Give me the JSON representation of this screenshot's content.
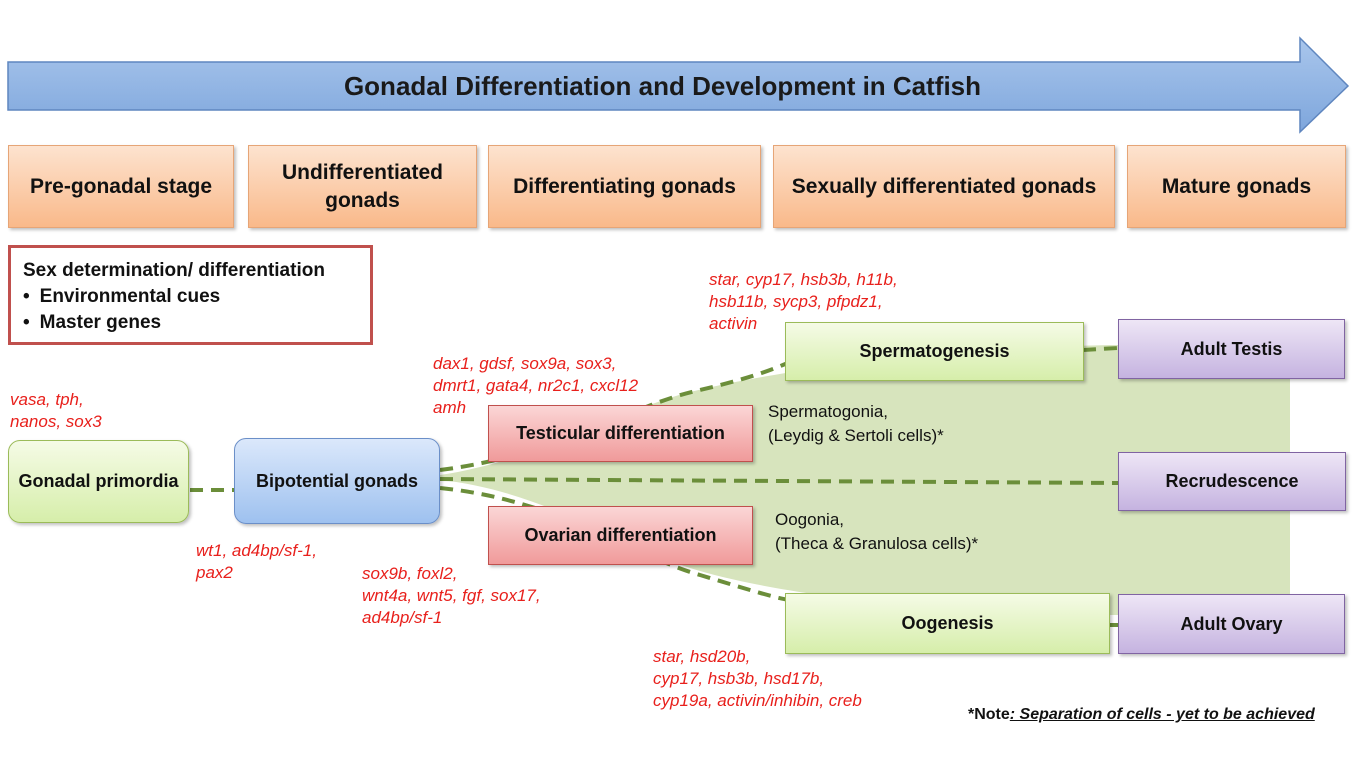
{
  "title": "Gonadal Differentiation and Development in Catfish",
  "stages": [
    "Pre-gonadal  stage",
    "Undifferentiated gonads",
    "Differentiating gonads",
    "Sexually  differentiated gonads",
    "Mature gonads"
  ],
  "sex_box": {
    "heading": "Sex determination/ differentiation",
    "items": [
      "Environmental cues",
      "Master genes"
    ]
  },
  "nodes": {
    "gonadal_primordia": "Gonadal primordia",
    "bipotential": "Bipotential gonads",
    "testicular": "Testicular differentiation",
    "ovarian": "Ovarian differentiation",
    "spermatogenesis": "Spermatogenesis",
    "oogenesis": "Oogenesis",
    "adult_testis": "Adult Testis",
    "recrudescence": "Recrudescence",
    "adult_ovary": "Adult Ovary"
  },
  "genes": {
    "primordia": [
      "vasa, tph,",
      "nanos, sox3"
    ],
    "bipotential": [
      "wt1, ad4bp/sf-1,",
      "pax2"
    ],
    "testicular": [
      "dax1, gdsf, sox9a, sox3,",
      "dmrt1, gata4, nr2c1, cxcl12",
      "amh"
    ],
    "ovarian": [
      "sox9b, foxl2,",
      " wnt4a, wnt5, fgf, sox17,",
      "ad4bp/sf-1"
    ],
    "spermatogenesis": [
      "star, cyp17, hsb3b, h11b,",
      "hsb11b, sycp3, pfpdz1,",
      "activin"
    ],
    "oogenesis": [
      "star, hsd20b,",
      "cyp17,  hsb3b, hsd17b,",
      "cyp19a, activin/inhibin, creb"
    ]
  },
  "cells": {
    "testis": [
      "Spermatogonia,",
      "(Leydig & Sertoli cells)*"
    ],
    "ovary": [
      "Oogonia,",
      "(Theca & Granulosa cells)*"
    ]
  },
  "note": {
    "prefix": "*Note",
    "text": ": Separation of cells - yet to be achieved"
  },
  "colors": {
    "arrow": "#8eb4e3",
    "stage": "#f9b98a",
    "region": "#d7e4bd",
    "gene_text": "#e8201c",
    "dash": "#6b8e3a"
  }
}
